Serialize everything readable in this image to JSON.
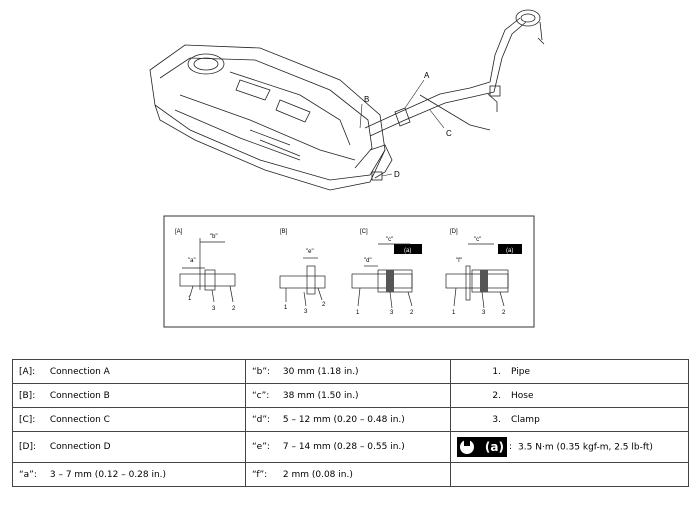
{
  "figure": {
    "callouts": [
      "A",
      "B",
      "C",
      "D"
    ],
    "details": [
      {
        "label": "[A]",
        "dims": [
          "\"b\"",
          "\"a\""
        ],
        "parts": [
          "1",
          "3",
          "2"
        ]
      },
      {
        "label": "[B]",
        "dims": [
          "\"e\""
        ],
        "parts": [
          "1",
          "3",
          "2"
        ]
      },
      {
        "label": "[C]",
        "dims": [
          "\"c\"",
          "\"d\""
        ],
        "parts": [
          "1",
          "3",
          "2"
        ]
      },
      {
        "label": "[D]",
        "dims": [
          "\"c\"",
          "\"f\""
        ],
        "parts": [
          "1",
          "3",
          "2"
        ]
      }
    ],
    "torque_symbol": "(a)"
  },
  "legend": {
    "rows": [
      {
        "c1k": "[A]:",
        "c1v": "Connection A",
        "c2k": "“b”:",
        "c2v": "30 mm (1.18 in.)",
        "c3n": "1.",
        "c3v": "Pipe"
      },
      {
        "c1k": "[B]:",
        "c1v": "Connection B",
        "c2k": "“c”:",
        "c2v": "38 mm (1.50 in.)",
        "c3n": "2.",
        "c3v": "Hose"
      },
      {
        "c1k": "[C]:",
        "c1v": "Connection C",
        "c2k": "“d”:",
        "c2v": "5 – 12 mm (0.20 – 0.48 in.)",
        "c3n": "3.",
        "c3v": "Clamp"
      },
      {
        "c1k": "[D]:",
        "c1v": "Connection D",
        "c2k": "“e”:",
        "c2v": "7 – 14 mm (0.28 – 0.55 in.)",
        "c3v": "3.5 N·m (0.35 kgf-m, 2.5 lb-ft)",
        "badge": "(a)"
      },
      {
        "c1k": "“a”:",
        "c1v": "3 – 7 mm (0.12 – 0.28 in.)",
        "c2k": "“f”:",
        "c2v": "2 mm (0.08 in.)",
        "c3v": ""
      }
    ]
  }
}
